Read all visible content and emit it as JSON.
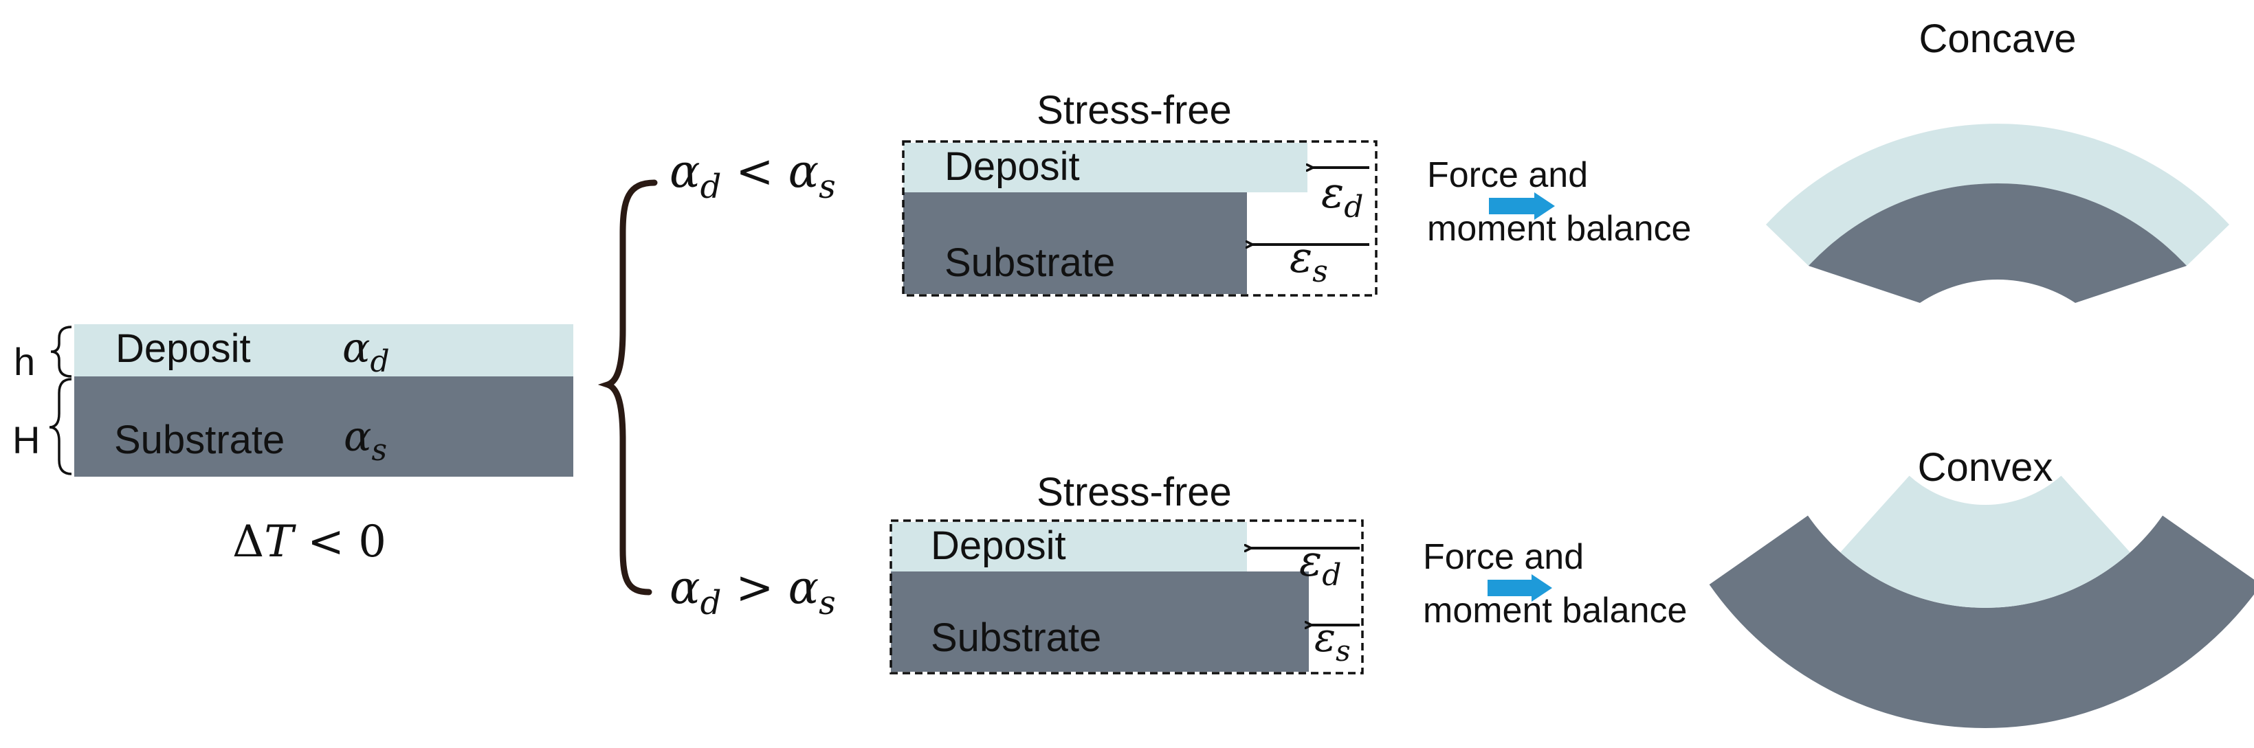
{
  "colors": {
    "deposit": "#d3e6e8",
    "substrate": "#6b7683",
    "arrow_blue": "#1e9ad9",
    "brace": "#2a1a14",
    "text": "#111111"
  },
  "initial": {
    "deposit_label": "Deposit",
    "substrate_label": "Substrate",
    "h_label": "h",
    "H_label": "H",
    "alpha_d": "α",
    "alpha_d_sub": "d",
    "alpha_s": "α",
    "alpha_s_sub": "s",
    "condition_delta": "Δ",
    "condition_T": "T",
    "condition_rest": " < 0"
  },
  "branch_top": {
    "cond_a": "α",
    "cond_a_sub": "d",
    "cond_op": " < ",
    "cond_b": "α",
    "cond_b_sub": "s",
    "stress_free_title": "Stress-free",
    "deposit_label": "Deposit",
    "substrate_label": "Substrate",
    "eps_d": "ε",
    "eps_d_sub": "d",
    "eps_s": "ε",
    "eps_s_sub": "s",
    "balance_line1": "Force and",
    "balance_line2": "moment balance",
    "result_title": "Concave"
  },
  "branch_bottom": {
    "cond_a": "α",
    "cond_a_sub": "d",
    "cond_op": " > ",
    "cond_b": "α",
    "cond_b_sub": "s",
    "stress_free_title": "Stress-free",
    "deposit_label": "Deposit",
    "substrate_label": "Substrate",
    "eps_d": "ε",
    "eps_d_sub": "d",
    "eps_s": "ε",
    "eps_s_sub": "s",
    "balance_line1": "Force and",
    "balance_line2": "moment balance",
    "result_title": "Convex"
  }
}
